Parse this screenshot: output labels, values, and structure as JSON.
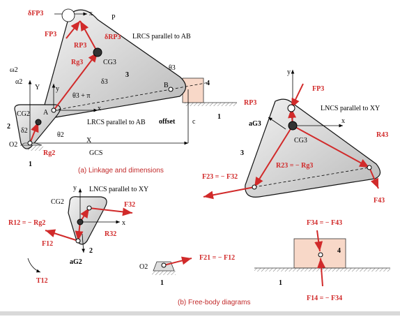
{
  "captions": {
    "a": "(a) Linkage and dimensions",
    "b": "(b) Free-body diagrams"
  },
  "panel_a": {
    "delta_fp3": "δFP3",
    "x_small": "x",
    "P": "P",
    "F_P3": "FP3",
    "R_P3": "RP3",
    "delta_rp3": "δRP3",
    "lrcs_ab_top": "LRCS parallel to AB",
    "R_g3": "Rg3",
    "CG3": "CG3",
    "link3": "3",
    "theta3": "θ3",
    "link4": "4",
    "B": "B",
    "omega2": "ω2",
    "alpha2": "α2",
    "y_small": "y",
    "Y": "Y",
    "delta3": "δ3",
    "theta3_pi": "θ3 + π",
    "CG2": "CG2",
    "A": "A",
    "x_axis": "x",
    "link2": "2",
    "delta2": "δ2",
    "theta2": "θ2",
    "lrcs_ab_bottom": "LRCS parallel to AB",
    "offset": "offset",
    "c": "c",
    "link1_right": "1",
    "X": "X",
    "O2": "O2",
    "R_g2": "Rg2",
    "GCS": "GCS",
    "link1": "1"
  },
  "fbd_link3": {
    "y": "y",
    "F_P3": "FP3",
    "R_P3": "RP3",
    "lncs": "LNCS parallel to XY",
    "aG3": "aG3",
    "x": "x",
    "R43": "R43",
    "CG3": "CG3",
    "link3": "3",
    "R23_eq": "R23 = − Rg3",
    "F23_eq": "F23 = − F32",
    "F43": "F43"
  },
  "fbd_link2": {
    "y": "y",
    "lncs": "LNCS parallel to XY",
    "CG2": "CG2",
    "F32": "F32",
    "R12_eq": "R12 = − Rg2",
    "x": "x",
    "R32": "R32",
    "F12": "F12",
    "link2": "2",
    "T12": "T12",
    "aG2": "aG2"
  },
  "fbd_ground": {
    "O2": "O2",
    "F21_eq": "F21 = − F12",
    "link1": "1"
  },
  "fbd_link4": {
    "F34_eq": "F34 = − F43",
    "link4": "4",
    "link1": "1",
    "F14_eq": "F14 = − F34"
  }
}
